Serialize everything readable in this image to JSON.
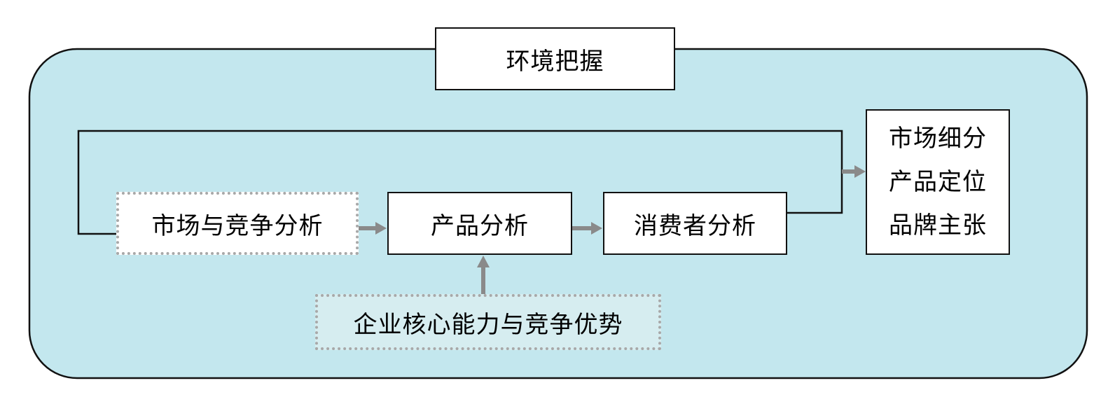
{
  "header": {
    "title": "环境把握"
  },
  "flow": {
    "market_competition": "市场与竞争分析",
    "product": "产品分析",
    "consumer": "消费者分析",
    "core_competence": "企业核心能力与竞争优势"
  },
  "output": {
    "lines": [
      "市场细分",
      "产品定位",
      "品牌主张"
    ]
  },
  "colors": {
    "container_fill": "#c3e7ee",
    "border": "#111111",
    "arrow": "#8a8a8a",
    "dotted_border": "#a8a8a8",
    "core_fill": "#d6edf0"
  }
}
